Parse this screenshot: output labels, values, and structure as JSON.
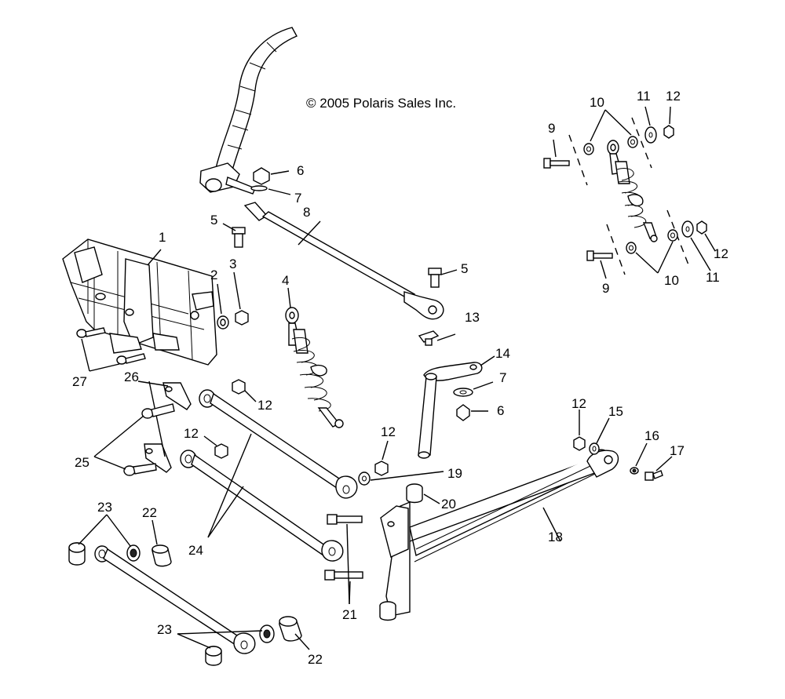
{
  "copyright": "© 2005 Polaris Sales Inc.",
  "callouts": [
    {
      "id": "c1",
      "text": "1"
    },
    {
      "id": "c2",
      "text": "2"
    },
    {
      "id": "c3",
      "text": "3"
    },
    {
      "id": "c4",
      "text": "4"
    },
    {
      "id": "c5a",
      "text": "5"
    },
    {
      "id": "c5b",
      "text": "5"
    },
    {
      "id": "c6a",
      "text": "6"
    },
    {
      "id": "c6b",
      "text": "6"
    },
    {
      "id": "c7a",
      "text": "7"
    },
    {
      "id": "c7b",
      "text": "7"
    },
    {
      "id": "c8",
      "text": "8"
    },
    {
      "id": "c9a",
      "text": "9"
    },
    {
      "id": "c9b",
      "text": "9"
    },
    {
      "id": "c10a",
      "text": "10"
    },
    {
      "id": "c10b",
      "text": "10"
    },
    {
      "id": "c11a",
      "text": "11"
    },
    {
      "id": "c11b",
      "text": "11"
    },
    {
      "id": "c12a",
      "text": "12"
    },
    {
      "id": "c12b",
      "text": "12"
    },
    {
      "id": "c12c",
      "text": "12"
    },
    {
      "id": "c12d",
      "text": "12"
    },
    {
      "id": "c12e",
      "text": "12"
    },
    {
      "id": "c12f",
      "text": "12"
    },
    {
      "id": "c13",
      "text": "13"
    },
    {
      "id": "c14",
      "text": "14"
    },
    {
      "id": "c15",
      "text": "15"
    },
    {
      "id": "c16",
      "text": "16"
    },
    {
      "id": "c17",
      "text": "17"
    },
    {
      "id": "c18",
      "text": "18"
    },
    {
      "id": "c19",
      "text": "19"
    },
    {
      "id": "c20",
      "text": "20"
    },
    {
      "id": "c21",
      "text": "21"
    },
    {
      "id": "c22a",
      "text": "22"
    },
    {
      "id": "c22b",
      "text": "22"
    },
    {
      "id": "c23a",
      "text": "23"
    },
    {
      "id": "c23b",
      "text": "23"
    },
    {
      "id": "c24",
      "text": "24"
    },
    {
      "id": "c25",
      "text": "25"
    },
    {
      "id": "c26",
      "text": "26"
    },
    {
      "id": "c27",
      "text": "27"
    }
  ]
}
